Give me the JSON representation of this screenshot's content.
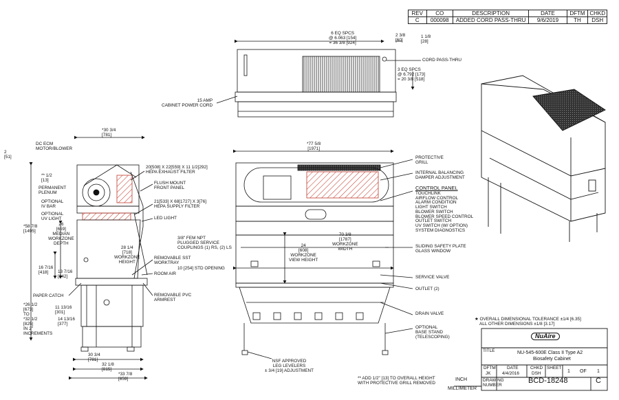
{
  "revision": {
    "headers": [
      "REV",
      "CO",
      "DESCRIPTION",
      "DATE",
      "DFTM",
      "CHKD"
    ],
    "row": [
      "C",
      "000098",
      "ADDED CORD PASS-THRU",
      "9/6/2019",
      "TH",
      "DSH"
    ]
  },
  "top_view": {
    "dim_spacing": "6 EQ SPCS\n@ 6.063 [154]\n= 36 3/8 [924]",
    "dim_a": "2 3/8\n[60]",
    "dim_b": "1 1/8\n[28]",
    "dim_right_spacing": "3 EQ SPCS\n@ 6.792 [173]\n= 20 3/8 [518]",
    "cord_pass": "CORD PASS-THRU",
    "power_cord": "15 AMP\nCABINET POWER CORD"
  },
  "side_view": {
    "overall_depth": "*30 3/4\n[781]",
    "dc_ecm": "DC ECM\nMOTOR/BLOWER",
    "dim_2": "2\n[51]",
    "dim_half": "** 1/2\n[13]",
    "perm_plenum": "PERMANENT\nPLENUM",
    "opt_iv": "OPTIONAL\nIV BAR",
    "opt_uv": "OPTIONAL\nUV LIGHT",
    "height_58": "*58 7/8\n[1495]",
    "median_depth": "26\n[659]\nMEDIAN\nWORKZONE\nDEPTH",
    "dim_16": "16 7/16\n[418]",
    "dim_13": "13 7/16\n[342]",
    "dim_28": "28 1/4\n[718]\nWORKZONE\nHEIGHT",
    "paper_catch": "PAPER CATCH",
    "dim_26": "*26 1/2\n[673]\nTO\n*32 1/2\n[825]\nIN 2\"\nINCREMENTS",
    "dim_11": "11 13/16\n[301]",
    "dim_14": "14 13/16\n[377]",
    "dim_30": "30 3/4\n[781]",
    "dim_32": "32 1/8\n[815]",
    "dim_33": "*33 7/8\n[859]",
    "exhaust_filter": "20[508] X 22[559] X 11 1/2[292]\nHEPA EXHAUST FILTER",
    "flush_mount": "FLUSH MOUNT\nFRONT PANEL",
    "supply_filter": "21[533] X 68[1727] X 3[76]\nHEPA SUPPLY FILTER",
    "led_light": "LED LIGHT",
    "worktray": "REMOVABLE SST\nWORKTRAY",
    "room_air": "ROOM AIR",
    "armrest": "REMOVABLE PVC\nARMREST"
  },
  "front_view": {
    "overall_width": "*77 5/8\n[1971]",
    "fem_npt": "3/8\" FEM NPT\nPLUGGED SERVICE\nCOUPLINGS (1) RS, (2) LS",
    "std_opening": "10 [254] STD OPENING",
    "view_height": "24\n[608]\nWORKZONE\nVIEW HEIGHT",
    "workzone_width": "70 3/8\n[1787]\nWORKZONE\nWIDTH",
    "leg_levelers": "NSF APPROVED\nLEG LEVELERS\n± 3/4 [19] ADJUSTMENT",
    "protective_grill": "PROTECTIVE\nGRILL",
    "damper": "INTERNAL BALANCING\nDAMPER ADJUSTMENT",
    "control_panel_title": "CONTROL PANEL",
    "control_panel_items": "TOUCHLINK\nAIRFLOW CONTROL\nALARM CONDITION\nLIGHT SWITCH\nBLOWER SWITCH\nBLOWER SPEED CONTROL\nOUTLET SWITCH\nUV SWITCH (W/ OPTION)\nSYSTEM DIAGNOSTICS",
    "sash": "SLIDING SAFETY PLATE\nGLASS WINDOW",
    "service_valve": "SERVICE VALVE",
    "outlet": "OUTLET (2)",
    "drain_valve": "DRAIN VALVE",
    "base_stand": "OPTIONAL\nBASE STAND\n(TELESCOPING)"
  },
  "notes": {
    "tolerance_1": "★ OVERALL DIMENSIONAL TOLERANCE ±1/4 [6.35]",
    "tolerance_2": "ALL OTHER DIMENSIONS ±1/8 [3.17]",
    "grill_note": "** ADD 1/2\" [13] TO OVERALL HEIGHT\nWITH PROTECTIVE GRILL REMOVED",
    "units_1": "INCH",
    "units_2": "MILLIMETER"
  },
  "title_block": {
    "logo": "NuAire",
    "title_label": "TITLE",
    "title_1": "NU-545-600E Class II Type A2",
    "title_2": "Biosafety Cabinet",
    "dftm_label": "DFTM",
    "dftm": "JK",
    "date_label": "DATE",
    "date": "4/4/2016",
    "chkd_label": "CHKD",
    "chkd": "DSH",
    "sheet_label": "SHEET",
    "sheet": "1",
    "of_label": "OF",
    "of": "1",
    "drawing_label": "DRAWING\nNUMBER",
    "drawing": "BCD-18248",
    "rev": "C"
  }
}
